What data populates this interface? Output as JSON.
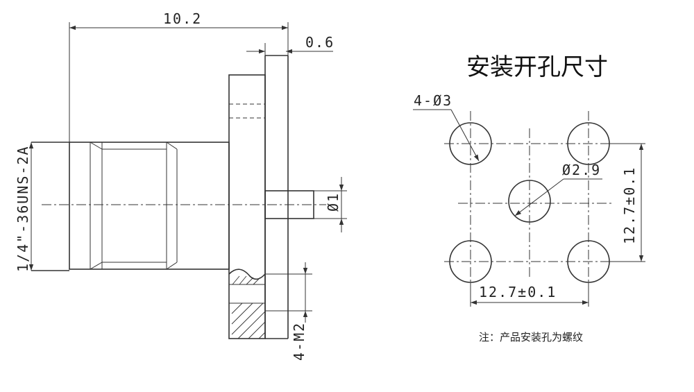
{
  "title": "安装开孔尺寸",
  "note": "注：产品安装孔为螺纹",
  "side_view": {
    "overall_length": "10.2",
    "flange_offset": "0.6",
    "thread_spec": "1/4\"-36UNS-2A",
    "pin_diameter": "Ø1",
    "mount_threads": "4-M2"
  },
  "hole_pattern": {
    "corner_holes": "4-Ø3",
    "center_hole": "Ø2.9",
    "spacing_horizontal": "12.7±0.1",
    "spacing_vertical": "12.7±0.1"
  },
  "colors": {
    "line": "#333333",
    "text": "#222222",
    "background": "#ffffff"
  }
}
